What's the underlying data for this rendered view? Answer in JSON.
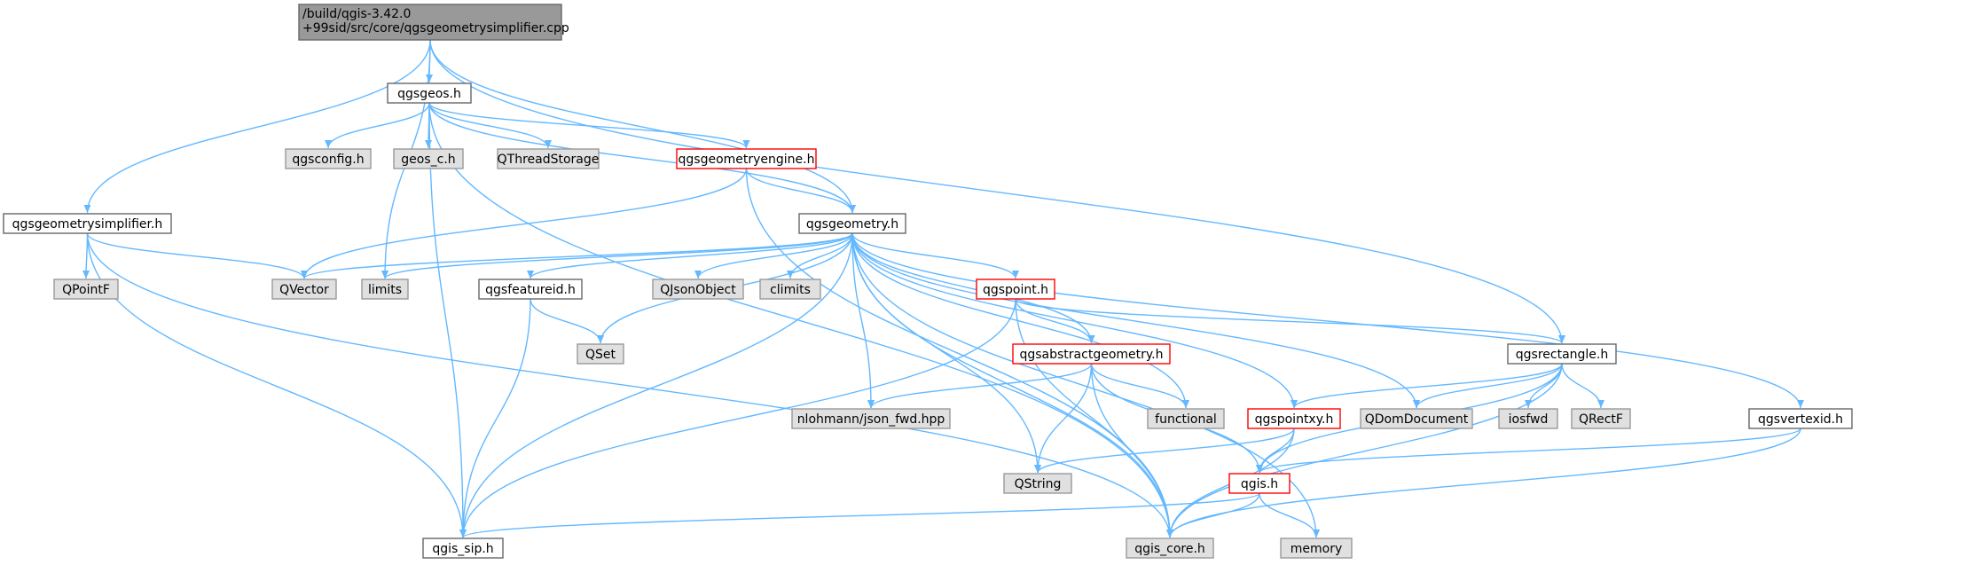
{
  "nodes": [
    {
      "id": "root",
      "lines": [
        "/build/qgis-3.42.0",
        "+99sid/src/core/qgsgeometrysimplifier.cpp"
      ],
      "style": "root"
    },
    {
      "id": "qgsgeos_h",
      "lines": [
        "qgsgeos.h"
      ],
      "style": "white"
    },
    {
      "id": "qgsconfig_h",
      "lines": [
        "qgsconfig.h"
      ],
      "style": "gray"
    },
    {
      "id": "geos_c_h",
      "lines": [
        "geos_c.h"
      ],
      "style": "gray"
    },
    {
      "id": "QThreadStorage",
      "lines": [
        "QThreadStorage"
      ],
      "style": "gray"
    },
    {
      "id": "qgsgeometryengine_h",
      "lines": [
        "qgsgeometryengine.h"
      ],
      "style": "red"
    },
    {
      "id": "qgsgeometrysimplifier_h",
      "lines": [
        "qgsgeometrysimplifier.h"
      ],
      "style": "white"
    },
    {
      "id": "QPointF",
      "lines": [
        "QPointF"
      ],
      "style": "gray"
    },
    {
      "id": "qgsgeometry_h",
      "lines": [
        "qgsgeometry.h"
      ],
      "style": "white"
    },
    {
      "id": "QVector",
      "lines": [
        "QVector"
      ],
      "style": "gray"
    },
    {
      "id": "limits",
      "lines": [
        "limits"
      ],
      "style": "gray"
    },
    {
      "id": "qgsfeatureid_h",
      "lines": [
        "qgsfeatureid.h"
      ],
      "style": "white"
    },
    {
      "id": "QJsonObject",
      "lines": [
        "QJsonObject"
      ],
      "style": "gray"
    },
    {
      "id": "climits",
      "lines": [
        "climits"
      ],
      "style": "gray"
    },
    {
      "id": "qgspoint_h",
      "lines": [
        "qgspoint.h"
      ],
      "style": "red"
    },
    {
      "id": "QSet",
      "lines": [
        "QSet"
      ],
      "style": "gray"
    },
    {
      "id": "qgsabstractgeometry_h",
      "lines": [
        "qgsabstractgeometry.h"
      ],
      "style": "red"
    },
    {
      "id": "qgsrectangle_h",
      "lines": [
        "qgsrectangle.h"
      ],
      "style": "white"
    },
    {
      "id": "nlohmann_json_fwd",
      "lines": [
        "nlohmann/json_fwd.hpp"
      ],
      "style": "gray"
    },
    {
      "id": "functional",
      "lines": [
        "functional"
      ],
      "style": "gray"
    },
    {
      "id": "qgspointxy_h",
      "lines": [
        "qgspointxy.h"
      ],
      "style": "red"
    },
    {
      "id": "QDomDocument",
      "lines": [
        "QDomDocument"
      ],
      "style": "gray"
    },
    {
      "id": "iosfwd",
      "lines": [
        "iosfwd"
      ],
      "style": "gray"
    },
    {
      "id": "QRectF",
      "lines": [
        "QRectF"
      ],
      "style": "gray"
    },
    {
      "id": "qgsvertexid_h",
      "lines": [
        "qgsvertexid.h"
      ],
      "style": "white"
    },
    {
      "id": "QString",
      "lines": [
        "QString"
      ],
      "style": "gray"
    },
    {
      "id": "qgis_h",
      "lines": [
        "qgis.h"
      ],
      "style": "red"
    },
    {
      "id": "qgis_sip_h",
      "lines": [
        "qgis_sip.h"
      ],
      "style": "white"
    },
    {
      "id": "qgis_core_h",
      "lines": [
        "qgis_core.h"
      ],
      "style": "gray"
    },
    {
      "id": "memory",
      "lines": [
        "memory"
      ],
      "style": "gray"
    }
  ],
  "edges": [
    [
      "root",
      "qgsgeos_h"
    ],
    [
      "root",
      "qgsgeometrysimplifier_h"
    ],
    [
      "root",
      "limits"
    ],
    [
      "root",
      "qgsgeometry_h"
    ],
    [
      "root",
      "qgsrectangle_h"
    ],
    [
      "qgsgeos_h",
      "qgsconfig_h"
    ],
    [
      "qgsgeos_h",
      "geos_c_h"
    ],
    [
      "qgsgeos_h",
      "QThreadStorage"
    ],
    [
      "qgsgeos_h",
      "qgsgeometryengine_h"
    ],
    [
      "qgsgeos_h",
      "qgsgeometry_h"
    ],
    [
      "qgsgeos_h",
      "qgis_sip_h"
    ],
    [
      "qgsgeos_h",
      "qgis_core_h"
    ],
    [
      "qgsgeometryengine_h",
      "qgsgeometry_h"
    ],
    [
      "qgsgeometryengine_h",
      "QVector"
    ],
    [
      "qgsgeometryengine_h",
      "qgis_core_h"
    ],
    [
      "qgsgeometrysimplifier_h",
      "QPointF"
    ],
    [
      "qgsgeometrysimplifier_h",
      "QVector"
    ],
    [
      "qgsgeometrysimplifier_h",
      "qgis_sip_h"
    ],
    [
      "qgsgeometrysimplifier_h",
      "qgis_core_h"
    ],
    [
      "qgsgeometry_h",
      "QVector"
    ],
    [
      "qgsgeometry_h",
      "limits"
    ],
    [
      "qgsgeometry_h",
      "qgsfeatureid_h"
    ],
    [
      "qgsgeometry_h",
      "QJsonObject"
    ],
    [
      "qgsgeometry_h",
      "climits"
    ],
    [
      "qgsgeometry_h",
      "qgspoint_h"
    ],
    [
      "qgsgeometry_h",
      "QSet"
    ],
    [
      "qgsgeometry_h",
      "qgsabstractgeometry_h"
    ],
    [
      "qgsgeometry_h",
      "nlohmann_json_fwd"
    ],
    [
      "qgsgeometry_h",
      "functional"
    ],
    [
      "qgsgeometry_h",
      "qgspointxy_h"
    ],
    [
      "qgsgeometry_h",
      "QDomDocument"
    ],
    [
      "qgsgeometry_h",
      "qgsvertexid_h"
    ],
    [
      "qgsgeometry_h",
      "QString"
    ],
    [
      "qgsgeometry_h",
      "qgis_sip_h"
    ],
    [
      "qgsgeometry_h",
      "qgis_core_h"
    ],
    [
      "qgsgeometry_h",
      "memory"
    ],
    [
      "qgsfeatureid_h",
      "QSet"
    ],
    [
      "qgsfeatureid_h",
      "qgis_sip_h"
    ],
    [
      "qgspoint_h",
      "qgsabstractgeometry_h"
    ],
    [
      "qgspoint_h",
      "qgsrectangle_h"
    ],
    [
      "qgspoint_h",
      "qgis_sip_h"
    ],
    [
      "qgspoint_h",
      "qgis_core_h"
    ],
    [
      "qgsabstractgeometry_h",
      "nlohmann_json_fwd"
    ],
    [
      "qgsabstractgeometry_h",
      "functional"
    ],
    [
      "qgsabstractgeometry_h",
      "QString"
    ],
    [
      "qgsabstractgeometry_h",
      "qgis_h"
    ],
    [
      "qgsabstractgeometry_h",
      "qgis_core_h"
    ],
    [
      "qgsrectangle_h",
      "qgspointxy_h"
    ],
    [
      "qgsrectangle_h",
      "QDomDocument"
    ],
    [
      "qgsrectangle_h",
      "iosfwd"
    ],
    [
      "qgsrectangle_h",
      "QRectF"
    ],
    [
      "qgsrectangle_h",
      "qgis_h"
    ],
    [
      "qgsrectangle_h",
      "qgis_core_h"
    ],
    [
      "qgspointxy_h",
      "QString"
    ],
    [
      "qgspointxy_h",
      "qgis_h"
    ],
    [
      "qgspointxy_h",
      "qgis_core_h"
    ],
    [
      "qgsvertexid_h",
      "qgis_h"
    ],
    [
      "qgsvertexid_h",
      "qgis_core_h"
    ],
    [
      "qgis_h",
      "qgis_sip_h"
    ],
    [
      "qgis_h",
      "qgis_core_h"
    ],
    [
      "qgis_h",
      "memory"
    ]
  ]
}
